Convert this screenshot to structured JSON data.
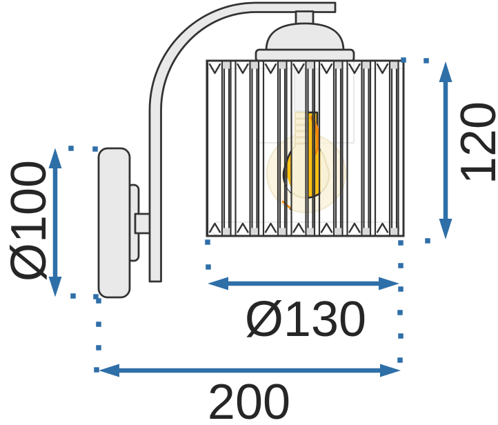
{
  "drawing": {
    "subject": "wall-lamp-technical-drawing",
    "dimensions": {
      "backplate_diameter": "Ø100",
      "shade_height": "120",
      "shade_diameter": "Ø130",
      "overall_depth": "200"
    },
    "colors": {
      "dimension_accent": "#2F6FA8",
      "outline": "#333333",
      "label_color": "#262626",
      "fixture_fill": "#E9E9E9",
      "cap_fill": "#D9D9D9",
      "bulb_bright": "#FFC013",
      "bulb_orange": "#F0870B",
      "bulb_pale_fill": "#F9F1D6",
      "bulb_pale_line": "#E9DFBC",
      "faint_line": "#E3E3E3",
      "background": "#FFFFFF"
    }
  }
}
